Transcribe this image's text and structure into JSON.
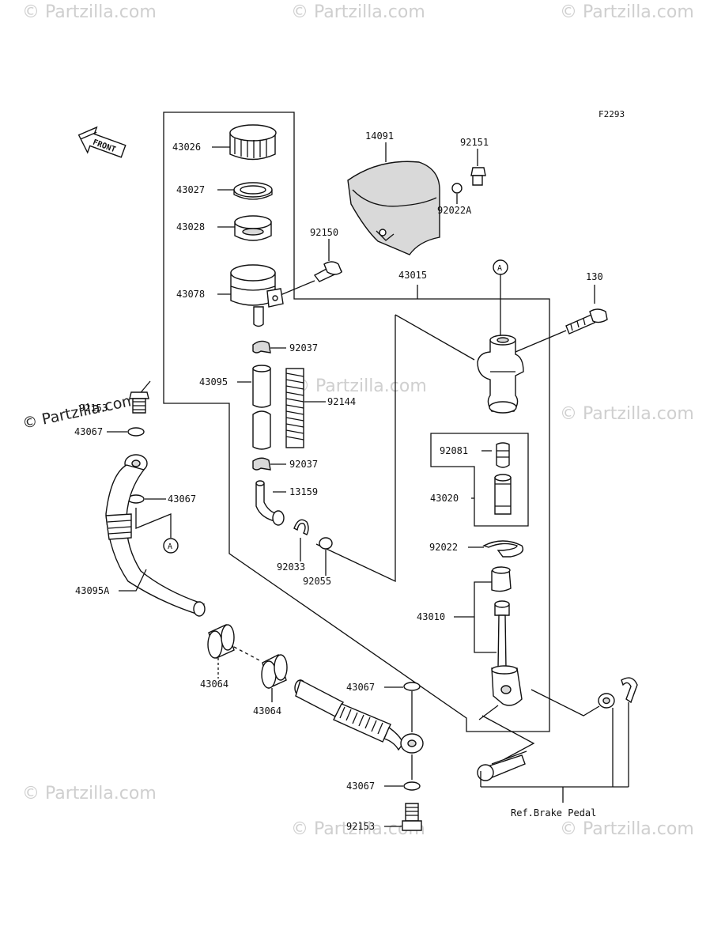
{
  "figure_code": "F2293",
  "front_label": "FRONT",
  "ref_label": "Ref.Brake Pedal",
  "watermark": "© Partzilla.com",
  "watermark_side": "© Partzilla.com",
  "callout_letter": "A",
  "parts": {
    "p43026": "43026",
    "p43027": "43027",
    "p43028": "43028",
    "p43078": "43078",
    "p14091": "14091",
    "p92151": "92151",
    "p92022A": "92022A",
    "p92150": "92150",
    "p43015": "43015",
    "p130": "130",
    "p92037a": "92037",
    "p43095": "43095",
    "p92144": "92144",
    "p92037b": "92037",
    "p13159": "13159",
    "p92033": "92033",
    "p92055": "92055",
    "p92081": "92081",
    "p43020": "43020",
    "p92022": "92022",
    "p43010": "43010",
    "p92153a": "92153",
    "p43067a": "43067",
    "p43067b": "43067",
    "p43095A": "43095A",
    "p43064a": "43064",
    "p43064b": "43064",
    "p43067c": "43067",
    "p43067d": "43067",
    "p92153b": "92153"
  }
}
